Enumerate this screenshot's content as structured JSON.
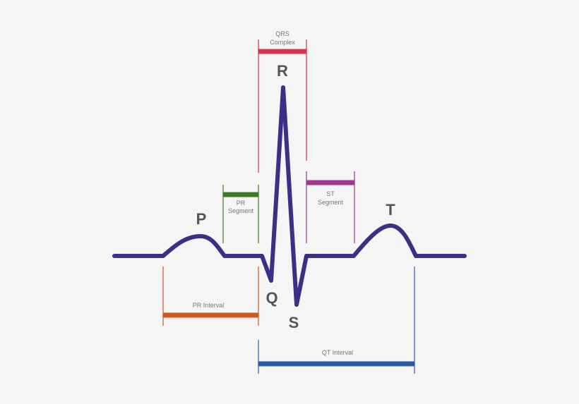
{
  "colors": {
    "background": "#f5f5f6",
    "waveform": "#3b2f86",
    "qrs_complex": "#d8324f",
    "pr_segment": "#3f7a24",
    "st_segment": "#a0358f",
    "pr_interval": "#d0561a",
    "qt_interval": "#2d5aa8",
    "wave_letters": "#555555",
    "segment_labels": "#777777"
  },
  "waves": {
    "p": "P",
    "q": "Q",
    "r": "R",
    "s": "S",
    "t": "T"
  },
  "labels": {
    "qrs_complex": [
      "QRS",
      "Complex"
    ],
    "pr_segment": [
      "PR",
      "Segment"
    ],
    "st_segment": [
      "ST",
      "Segment"
    ],
    "pr_interval": "PR Interval",
    "qt_interval": "QT Interval"
  }
}
